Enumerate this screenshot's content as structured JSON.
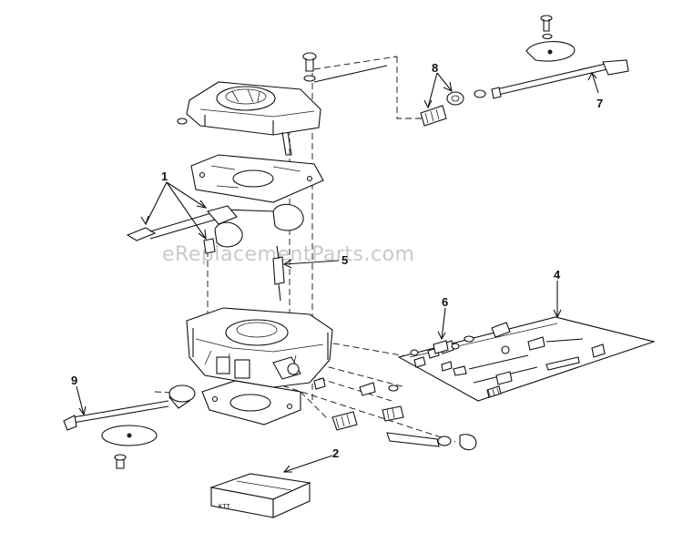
{
  "watermark": "eReplacementParts.com",
  "callouts": {
    "c1": "1",
    "c2": "2",
    "c4": "4",
    "c5": "5",
    "c6": "6",
    "c7": "7",
    "c8": "8",
    "c9": "9"
  },
  "kit_box_label": "KIT"
}
